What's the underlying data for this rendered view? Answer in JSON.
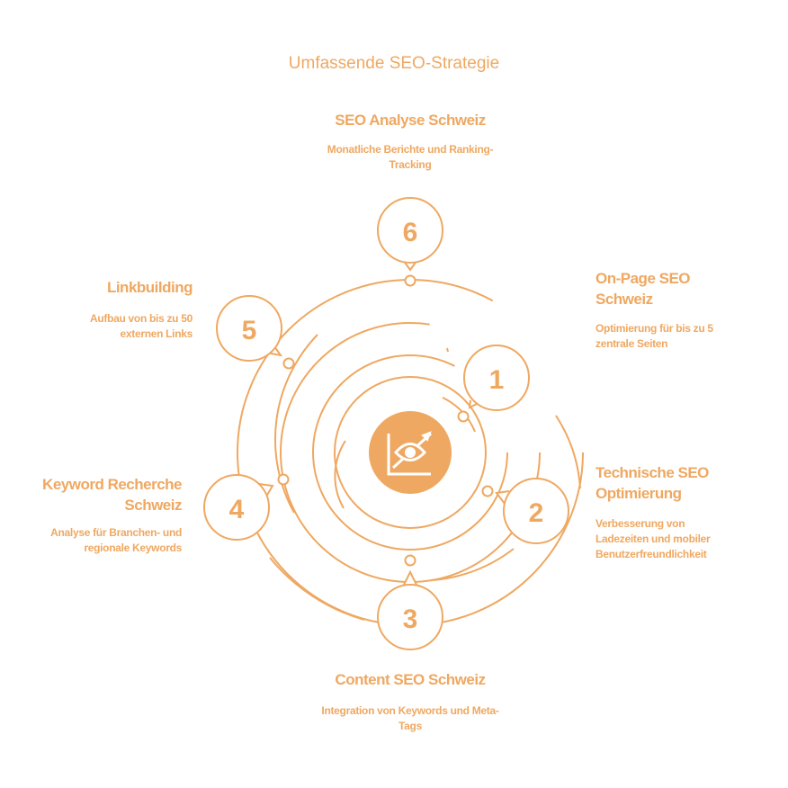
{
  "title": "Umfassende SEO-Strategie",
  "color": "#EFA861",
  "center_icon": "chart-eye-icon",
  "steps": [
    {
      "number": "1",
      "title": "On-Page SEO Schweiz",
      "description": "Optimierung für bis zu 5 zentrale Seiten"
    },
    {
      "number": "2",
      "title": "Technische SEO Optimierung",
      "description": "Verbesserung von Ladezeiten und mobiler Benutzerfreundlichkeit"
    },
    {
      "number": "3",
      "title": "Content SEO Schweiz",
      "description": "Integration von Keywords und Meta-Tags"
    },
    {
      "number": "4",
      "title": "Keyword Recherche Schweiz",
      "description": "Analyse für Branchen- und regionale Keywords"
    },
    {
      "number": "5",
      "title": "Linkbuilding",
      "description": "Aufbau von bis zu 50 externen Links"
    },
    {
      "number": "6",
      "title": "SEO Analyse Schweiz",
      "description": "Monatliche Berichte und Ranking-Tracking"
    }
  ]
}
